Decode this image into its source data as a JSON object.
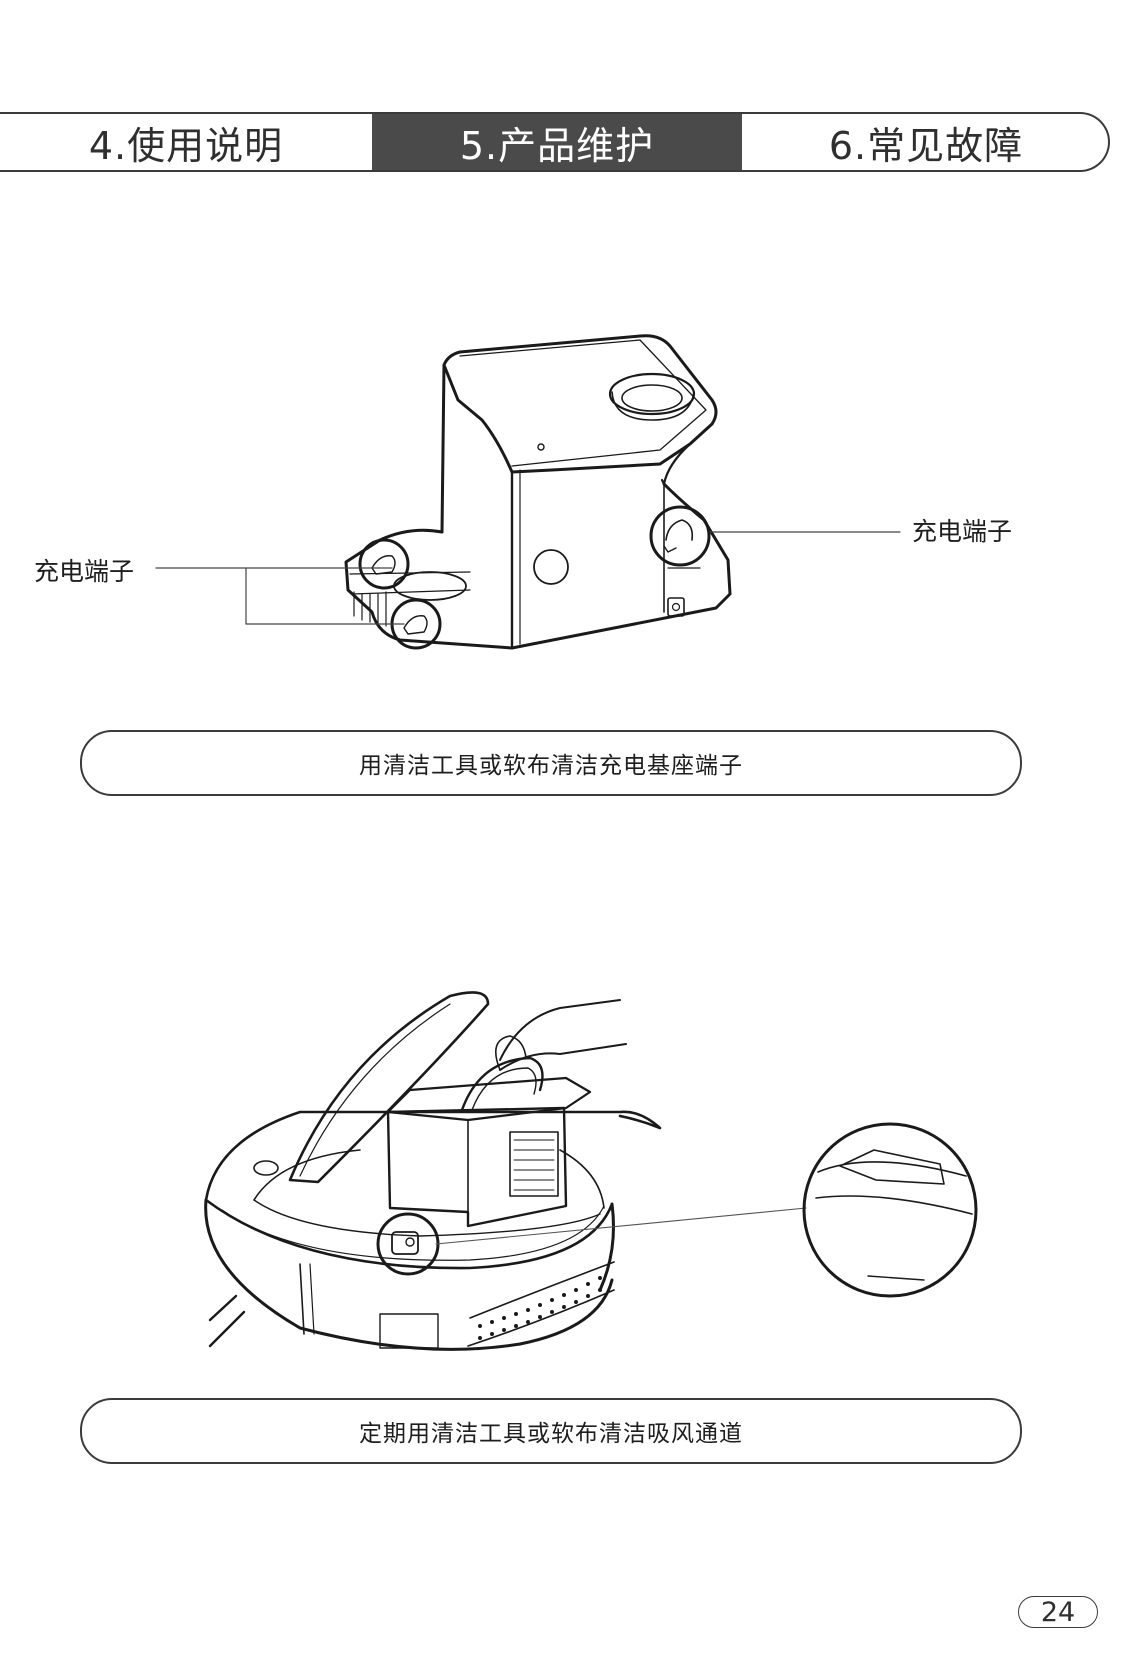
{
  "header": {
    "tabs": [
      {
        "label": "4.使用说明",
        "active": false
      },
      {
        "label": "5.产品维护",
        "active": true
      },
      {
        "label": "6.常见故障",
        "active": false
      }
    ],
    "active_color": "#4b4a4b"
  },
  "figure1": {
    "label_left": "充电端子",
    "label_right": "充电端子",
    "caption": "用清洁工具或软布清洁充电基座端子"
  },
  "figure2": {
    "caption": "定期用清洁工具或软布清洁吸风通道"
  },
  "page_number": "24"
}
